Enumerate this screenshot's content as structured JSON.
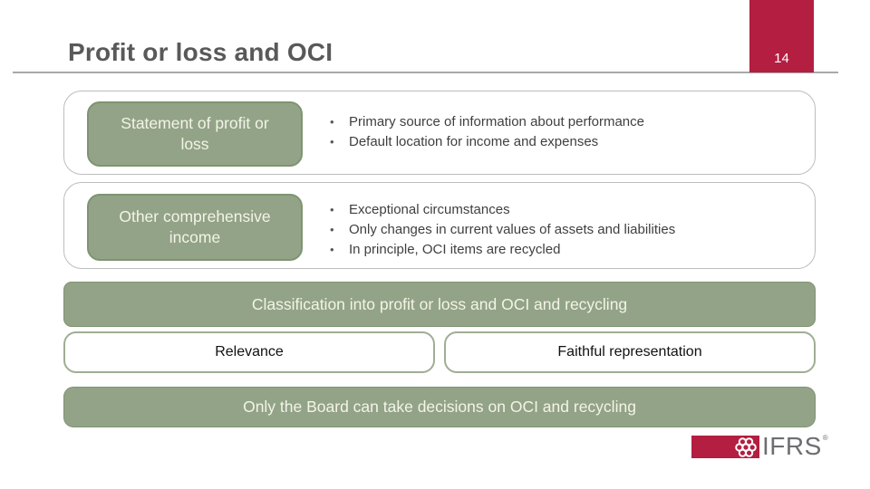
{
  "header": {
    "title": "Profit or loss and OCI",
    "page_number": "14"
  },
  "rows": [
    {
      "label": "Statement of profit or loss",
      "bullets": [
        "Primary source of information about performance",
        "Default location for income and expenses"
      ]
    },
    {
      "label": "Other comprehensive income",
      "bullets": [
        "Exceptional circumstances",
        "Only changes in current values of assets and liabilities",
        "In principle, OCI items are recycled"
      ]
    }
  ],
  "banners": {
    "classification": "Classification into profit or loss and OCI and recycling",
    "board_decision": "Only the Board can take decisions on OCI and recycling"
  },
  "qc_boxes": {
    "left": "Relevance",
    "right": "Faithful representation"
  },
  "footer": {
    "brand": "IFRS",
    "trademark": "®"
  },
  "colors": {
    "accent_red": "#B31E41",
    "sage_green": "#93A387",
    "sage_border": "#7E9471",
    "title_gray": "#595959",
    "brand_gray": "#6D6E71"
  }
}
